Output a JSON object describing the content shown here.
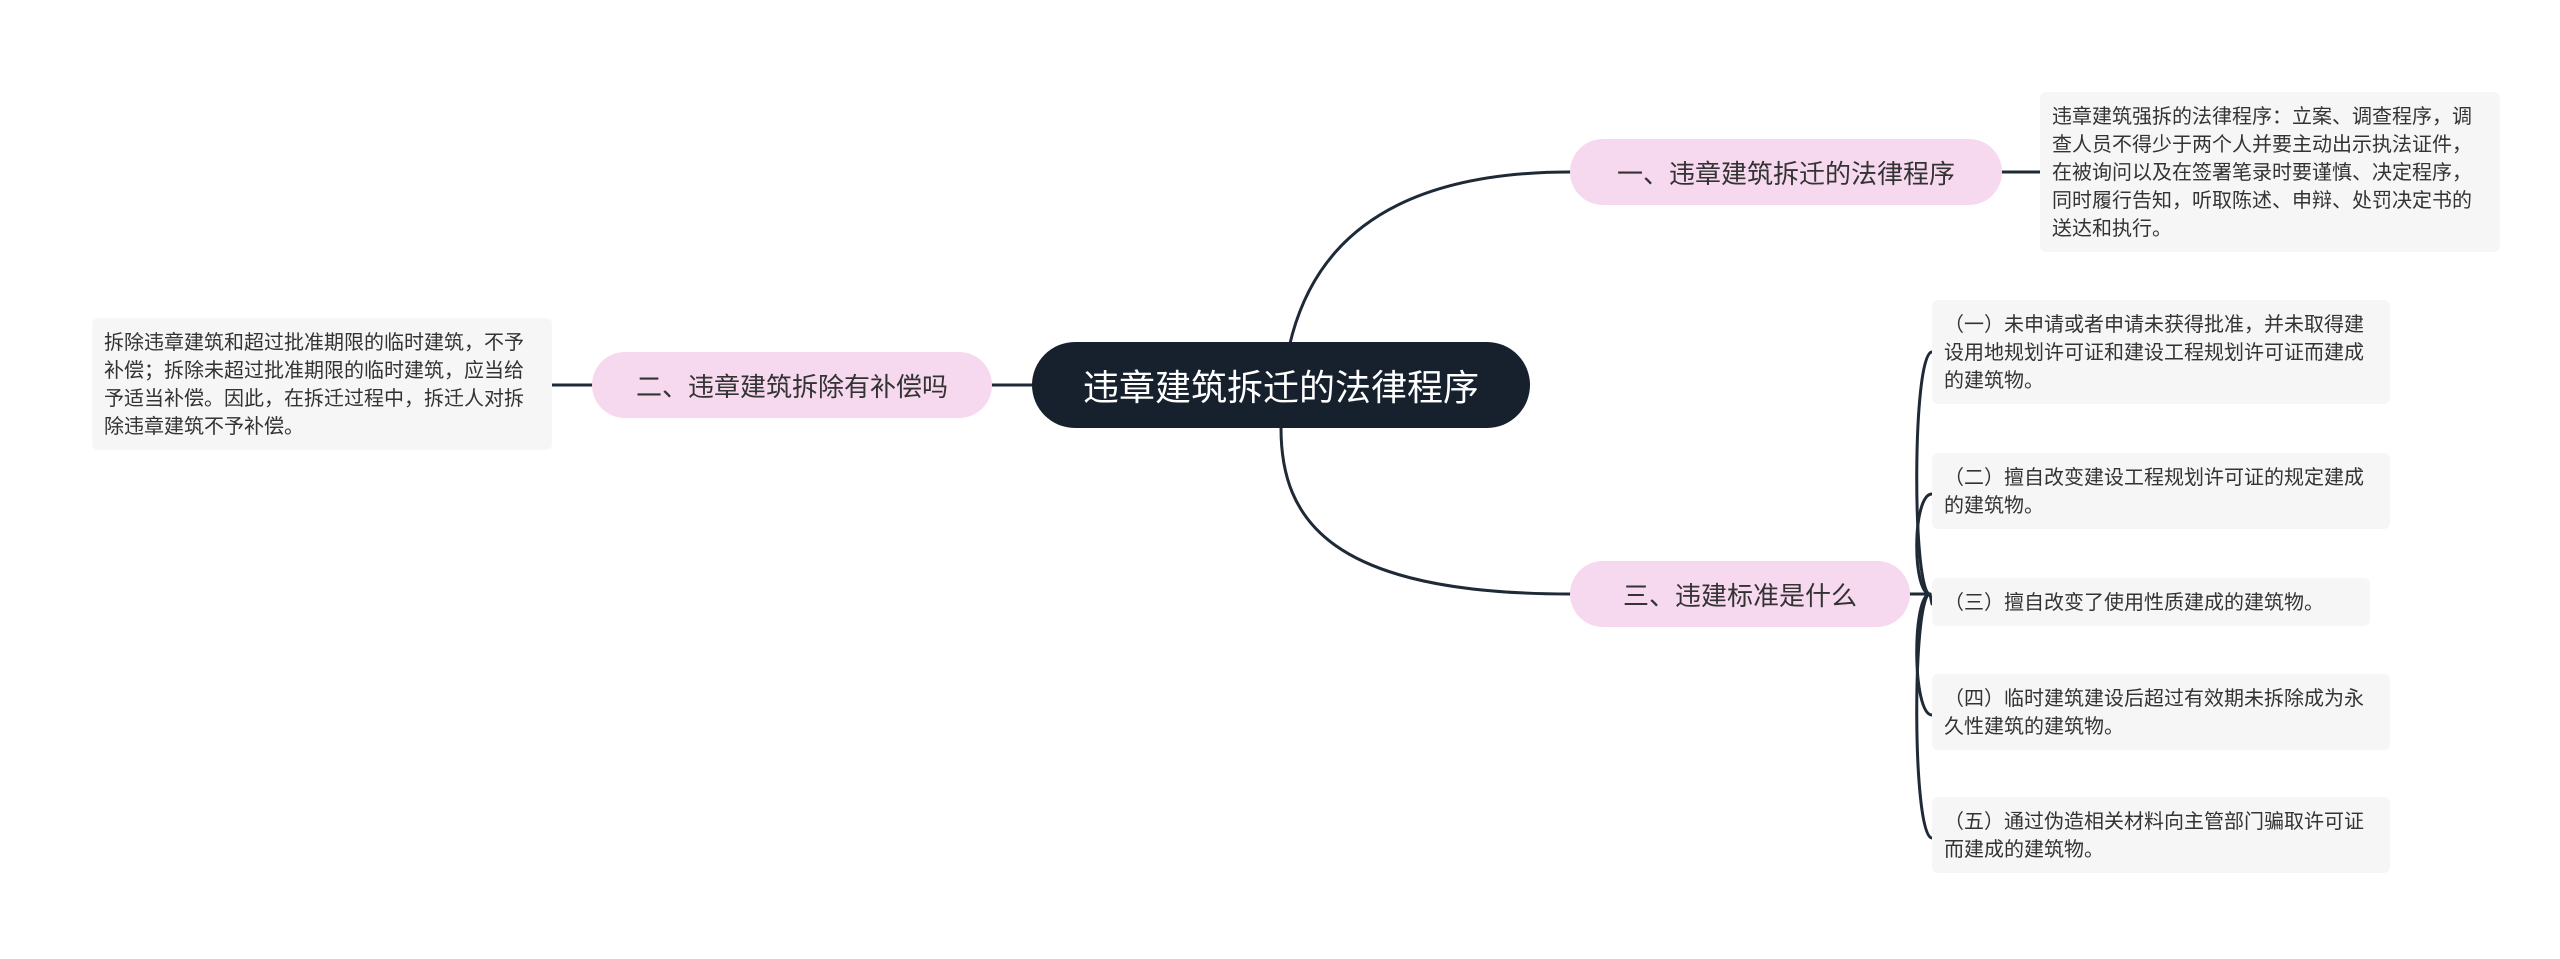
{
  "root": {
    "title": "违章建筑拆迁的法律程序"
  },
  "branches": [
    {
      "title": "一、违章建筑拆迁的法律程序",
      "leaves": [
        "违章建筑强拆的法律程序：立案、调查程序，调查人员不得少于两个人并要主动出示执法证件，在被询问以及在签署笔录时要谨慎、决定程序，同时履行告知，听取陈述、申辩、处罚决定书的送达和执行。"
      ]
    },
    {
      "title": "二、违章建筑拆除有补偿吗",
      "leaves": [
        "拆除违章建筑和超过批准期限的临时建筑，不予补偿；拆除未超过批准期限的临时建筑，应当给予适当补偿。因此，在拆迁过程中，拆迁人对拆除违章建筑不予补偿。"
      ]
    },
    {
      "title": "三、违建标准是什么",
      "leaves": [
        "（一）未申请或者申请未获得批准，并未取得建设用地规划许可证和建设工程规划许可证而建成的建筑物。",
        "（二）擅自改变建设工程规划许可证的规定建成的建筑物。",
        "（三）擅自改变了使用性质建成的建筑物。",
        "（四）临时建筑建设后超过有效期未拆除成为永久性建筑的建筑物。",
        "（五）通过伪造相关材料向主管部门骗取许可证而建成的建筑物。"
      ]
    }
  ]
}
